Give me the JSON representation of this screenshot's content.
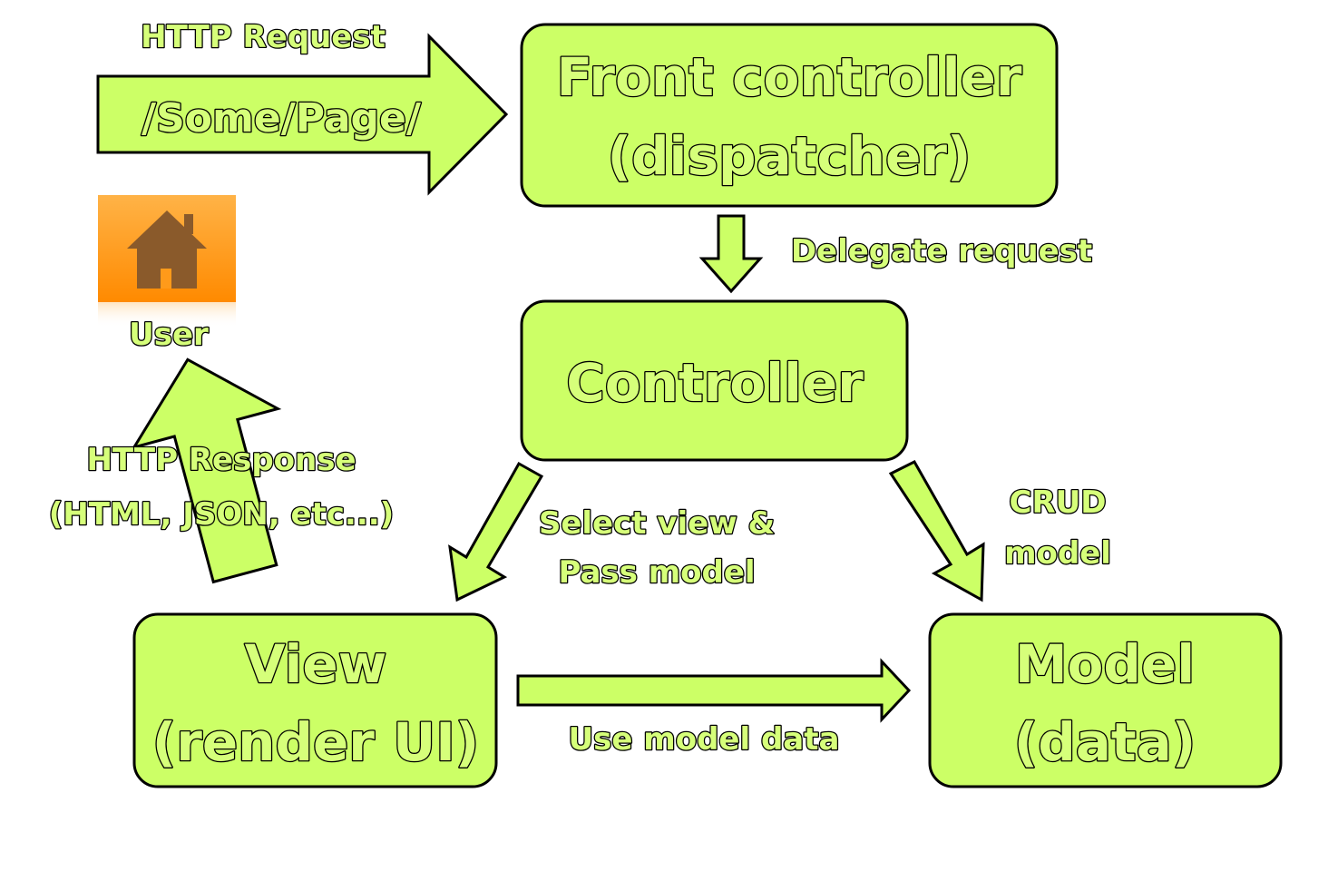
{
  "colors": {
    "fill": "#ccff66",
    "stroke": "#000000",
    "text_fill": "#d6ff7a",
    "icon_orange": "#ff9a1a",
    "icon_house": "#8a5a2b"
  },
  "request_arrow": {
    "title": "HTTP Request",
    "path": "/Some/Page/"
  },
  "front_controller": {
    "line1": "Front controller",
    "line2": "(dispatcher)"
  },
  "delegate_label": "Delegate request",
  "user": {
    "icon": "home-icon",
    "label": "User"
  },
  "controller": {
    "label": "Controller"
  },
  "response_arrow": {
    "line1": "HTTP Response",
    "line2": "(HTML, JSON, etc...)"
  },
  "select_view_label": {
    "line1": "Select view &",
    "line2": "Pass model"
  },
  "crud_label": {
    "line1": "CRUD",
    "line2": "model"
  },
  "view": {
    "line1": "View",
    "line2": "(render UI)"
  },
  "model": {
    "line1": "Model",
    "line2": "(data)"
  },
  "use_model_label": "Use model data"
}
